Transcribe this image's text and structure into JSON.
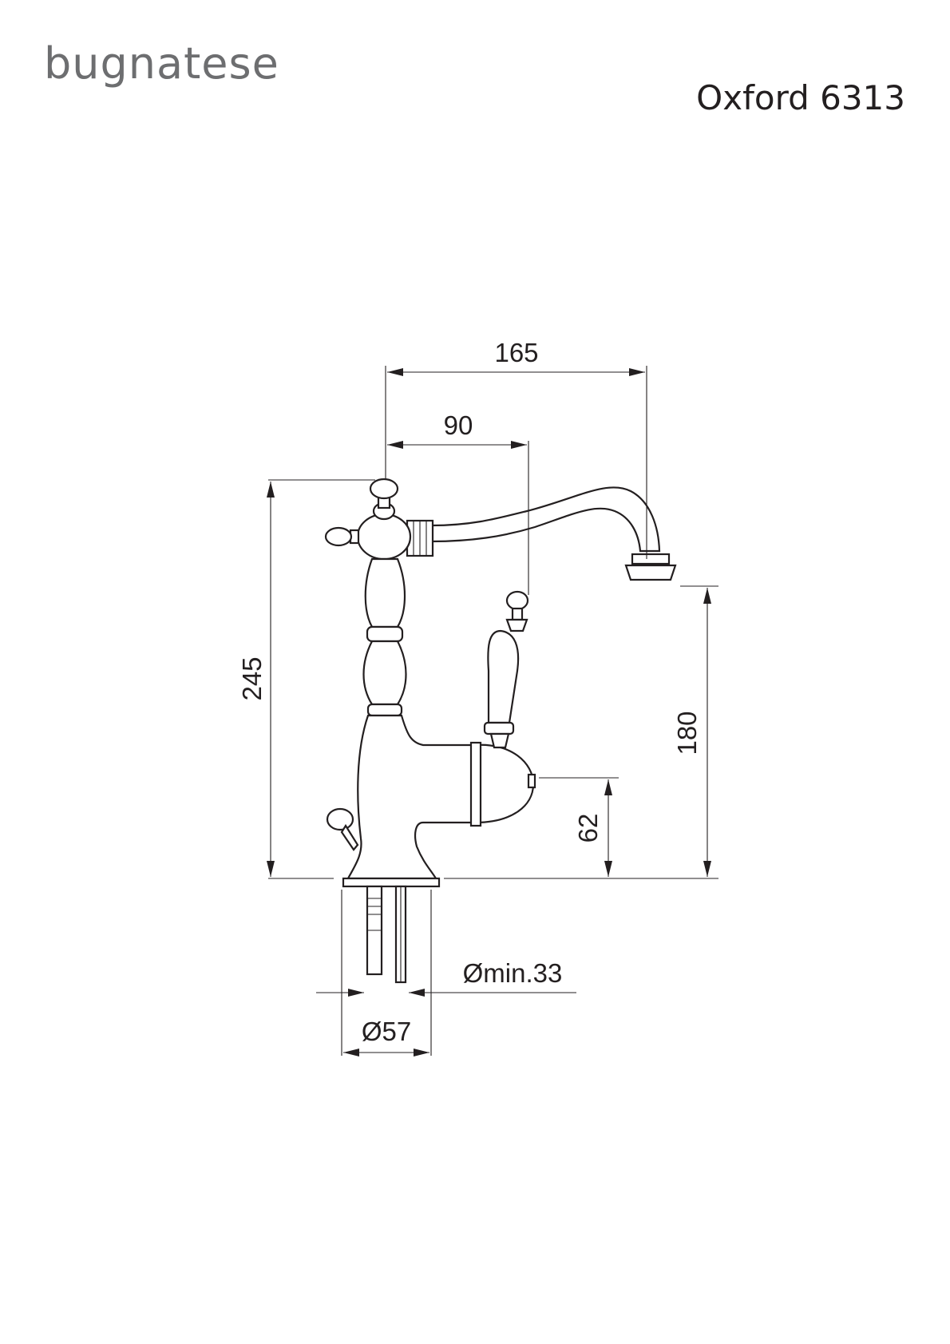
{
  "header": {
    "brand": "bugnatese",
    "model": "Oxford 6313"
  },
  "dimensions": {
    "overall_reach": "165",
    "handle_offset": "90",
    "overall_height": "245",
    "spout_height": "180",
    "lever_height": "62",
    "hole_diameter": "Ømin.33",
    "base_diameter": "Ø57"
  }
}
